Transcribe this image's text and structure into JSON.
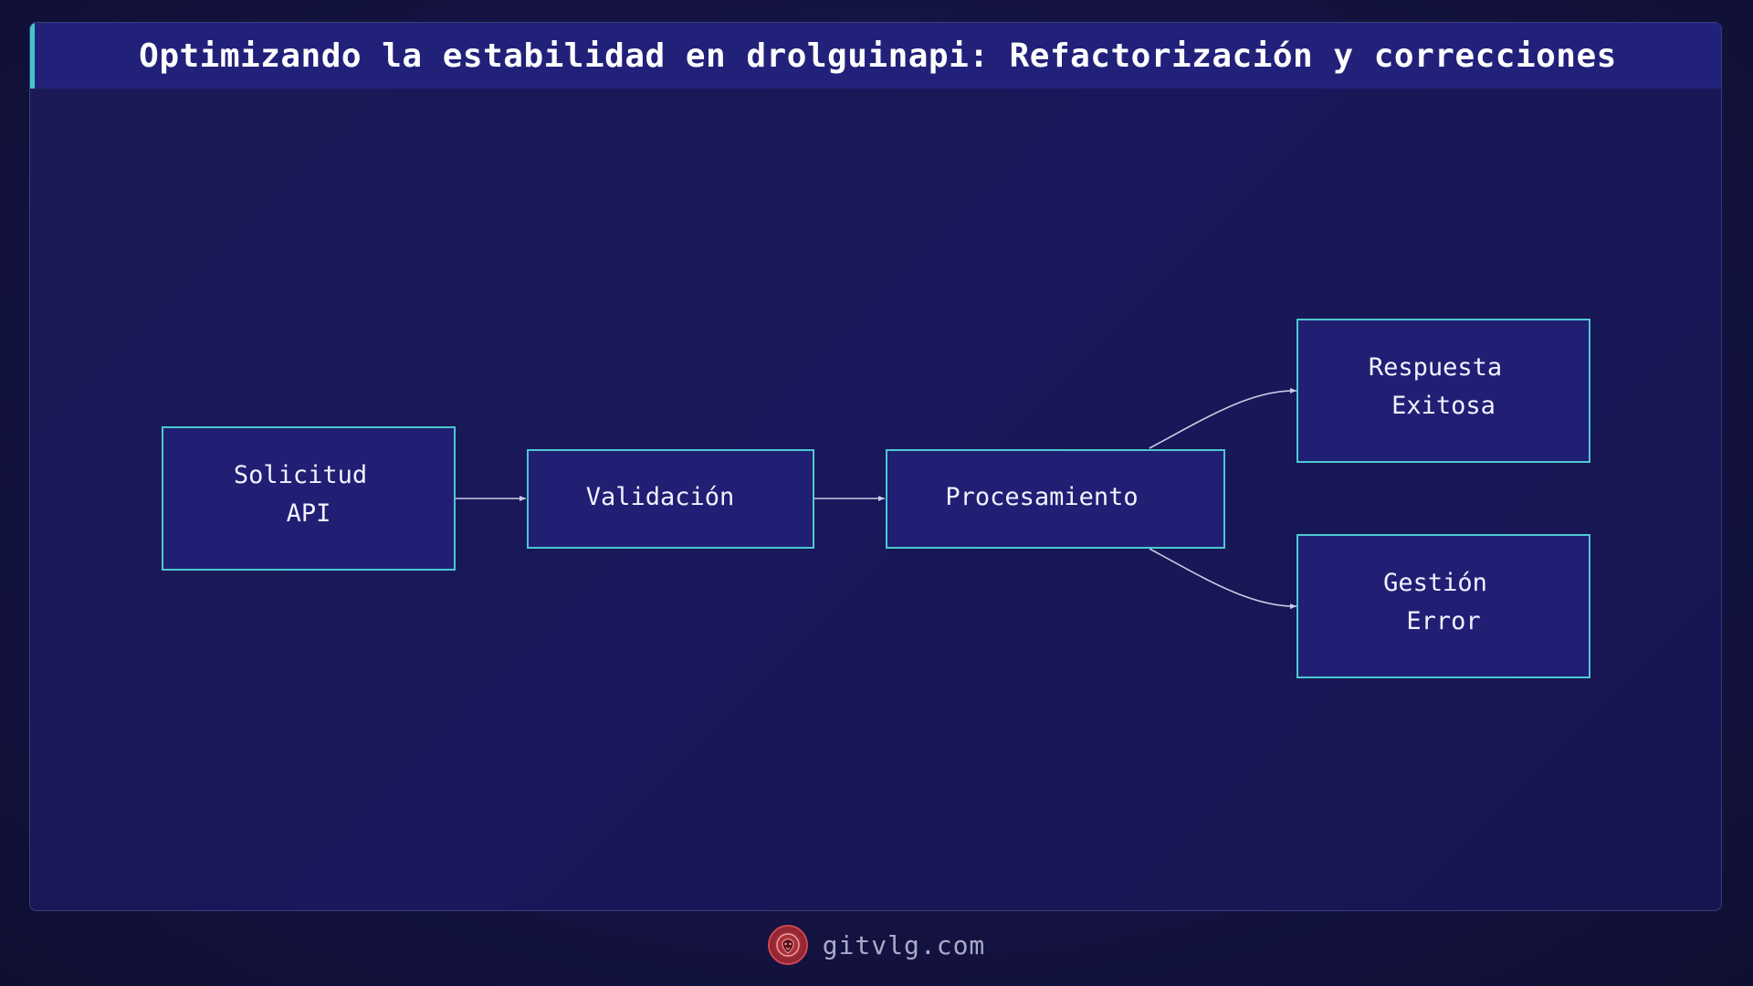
{
  "header": {
    "title": "Optimizando la estabilidad en drolguinapi: Refactorización y correcciones"
  },
  "diagram": {
    "nodes": [
      {
        "id": "solicitud",
        "lines": [
          "Solicitud",
          "API"
        ]
      },
      {
        "id": "validacion",
        "lines": [
          "Validación"
        ]
      },
      {
        "id": "procesamiento",
        "lines": [
          "Procesamiento"
        ]
      },
      {
        "id": "respuesta",
        "lines": [
          "Respuesta",
          "Exitosa"
        ]
      },
      {
        "id": "gestion",
        "lines": [
          "Gestión",
          "Error"
        ]
      }
    ],
    "edges": [
      {
        "from": "solicitud",
        "to": "validacion"
      },
      {
        "from": "validacion",
        "to": "procesamiento"
      },
      {
        "from": "procesamiento",
        "to": "respuesta"
      },
      {
        "from": "procesamiento",
        "to": "gestion"
      }
    ]
  },
  "footer": {
    "site": "gitvlg.com",
    "logo_icon": "lion-head-icon"
  },
  "colors": {
    "accent": "#43c6c8",
    "node_fill": "#211f74",
    "node_border": "#4cc8d0",
    "logo": "#c23a42"
  }
}
